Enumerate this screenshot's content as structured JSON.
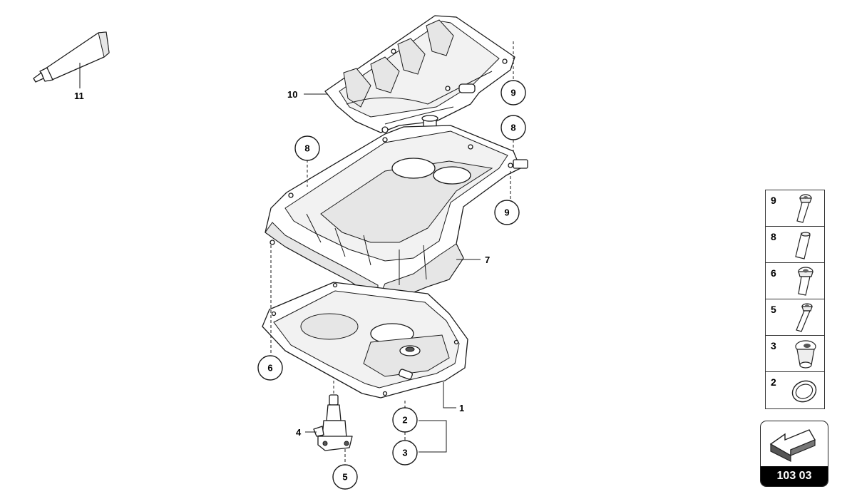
{
  "callouts": {
    "c9a": "9",
    "c8a": "8",
    "c8b": "8",
    "c9b": "9",
    "c6": "6",
    "c2": "2",
    "c3": "3",
    "c5": "5"
  },
  "labels": {
    "l11": "11",
    "l10": "10",
    "l7": "7",
    "l1": "1",
    "l4": "4"
  },
  "legend": [
    {
      "number": "9",
      "icon": "bolt-torx-long-icon"
    },
    {
      "number": "8",
      "icon": "dowel-pin-icon"
    },
    {
      "number": "6",
      "icon": "bolt-torx-short-icon"
    },
    {
      "number": "5",
      "icon": "bolt-torx-flange-icon"
    },
    {
      "number": "3",
      "icon": "drain-plug-icon"
    },
    {
      "number": "2",
      "icon": "seal-ring-icon"
    }
  ],
  "reference": {
    "code": "103 03",
    "icon": "direction-arrow-icon"
  }
}
